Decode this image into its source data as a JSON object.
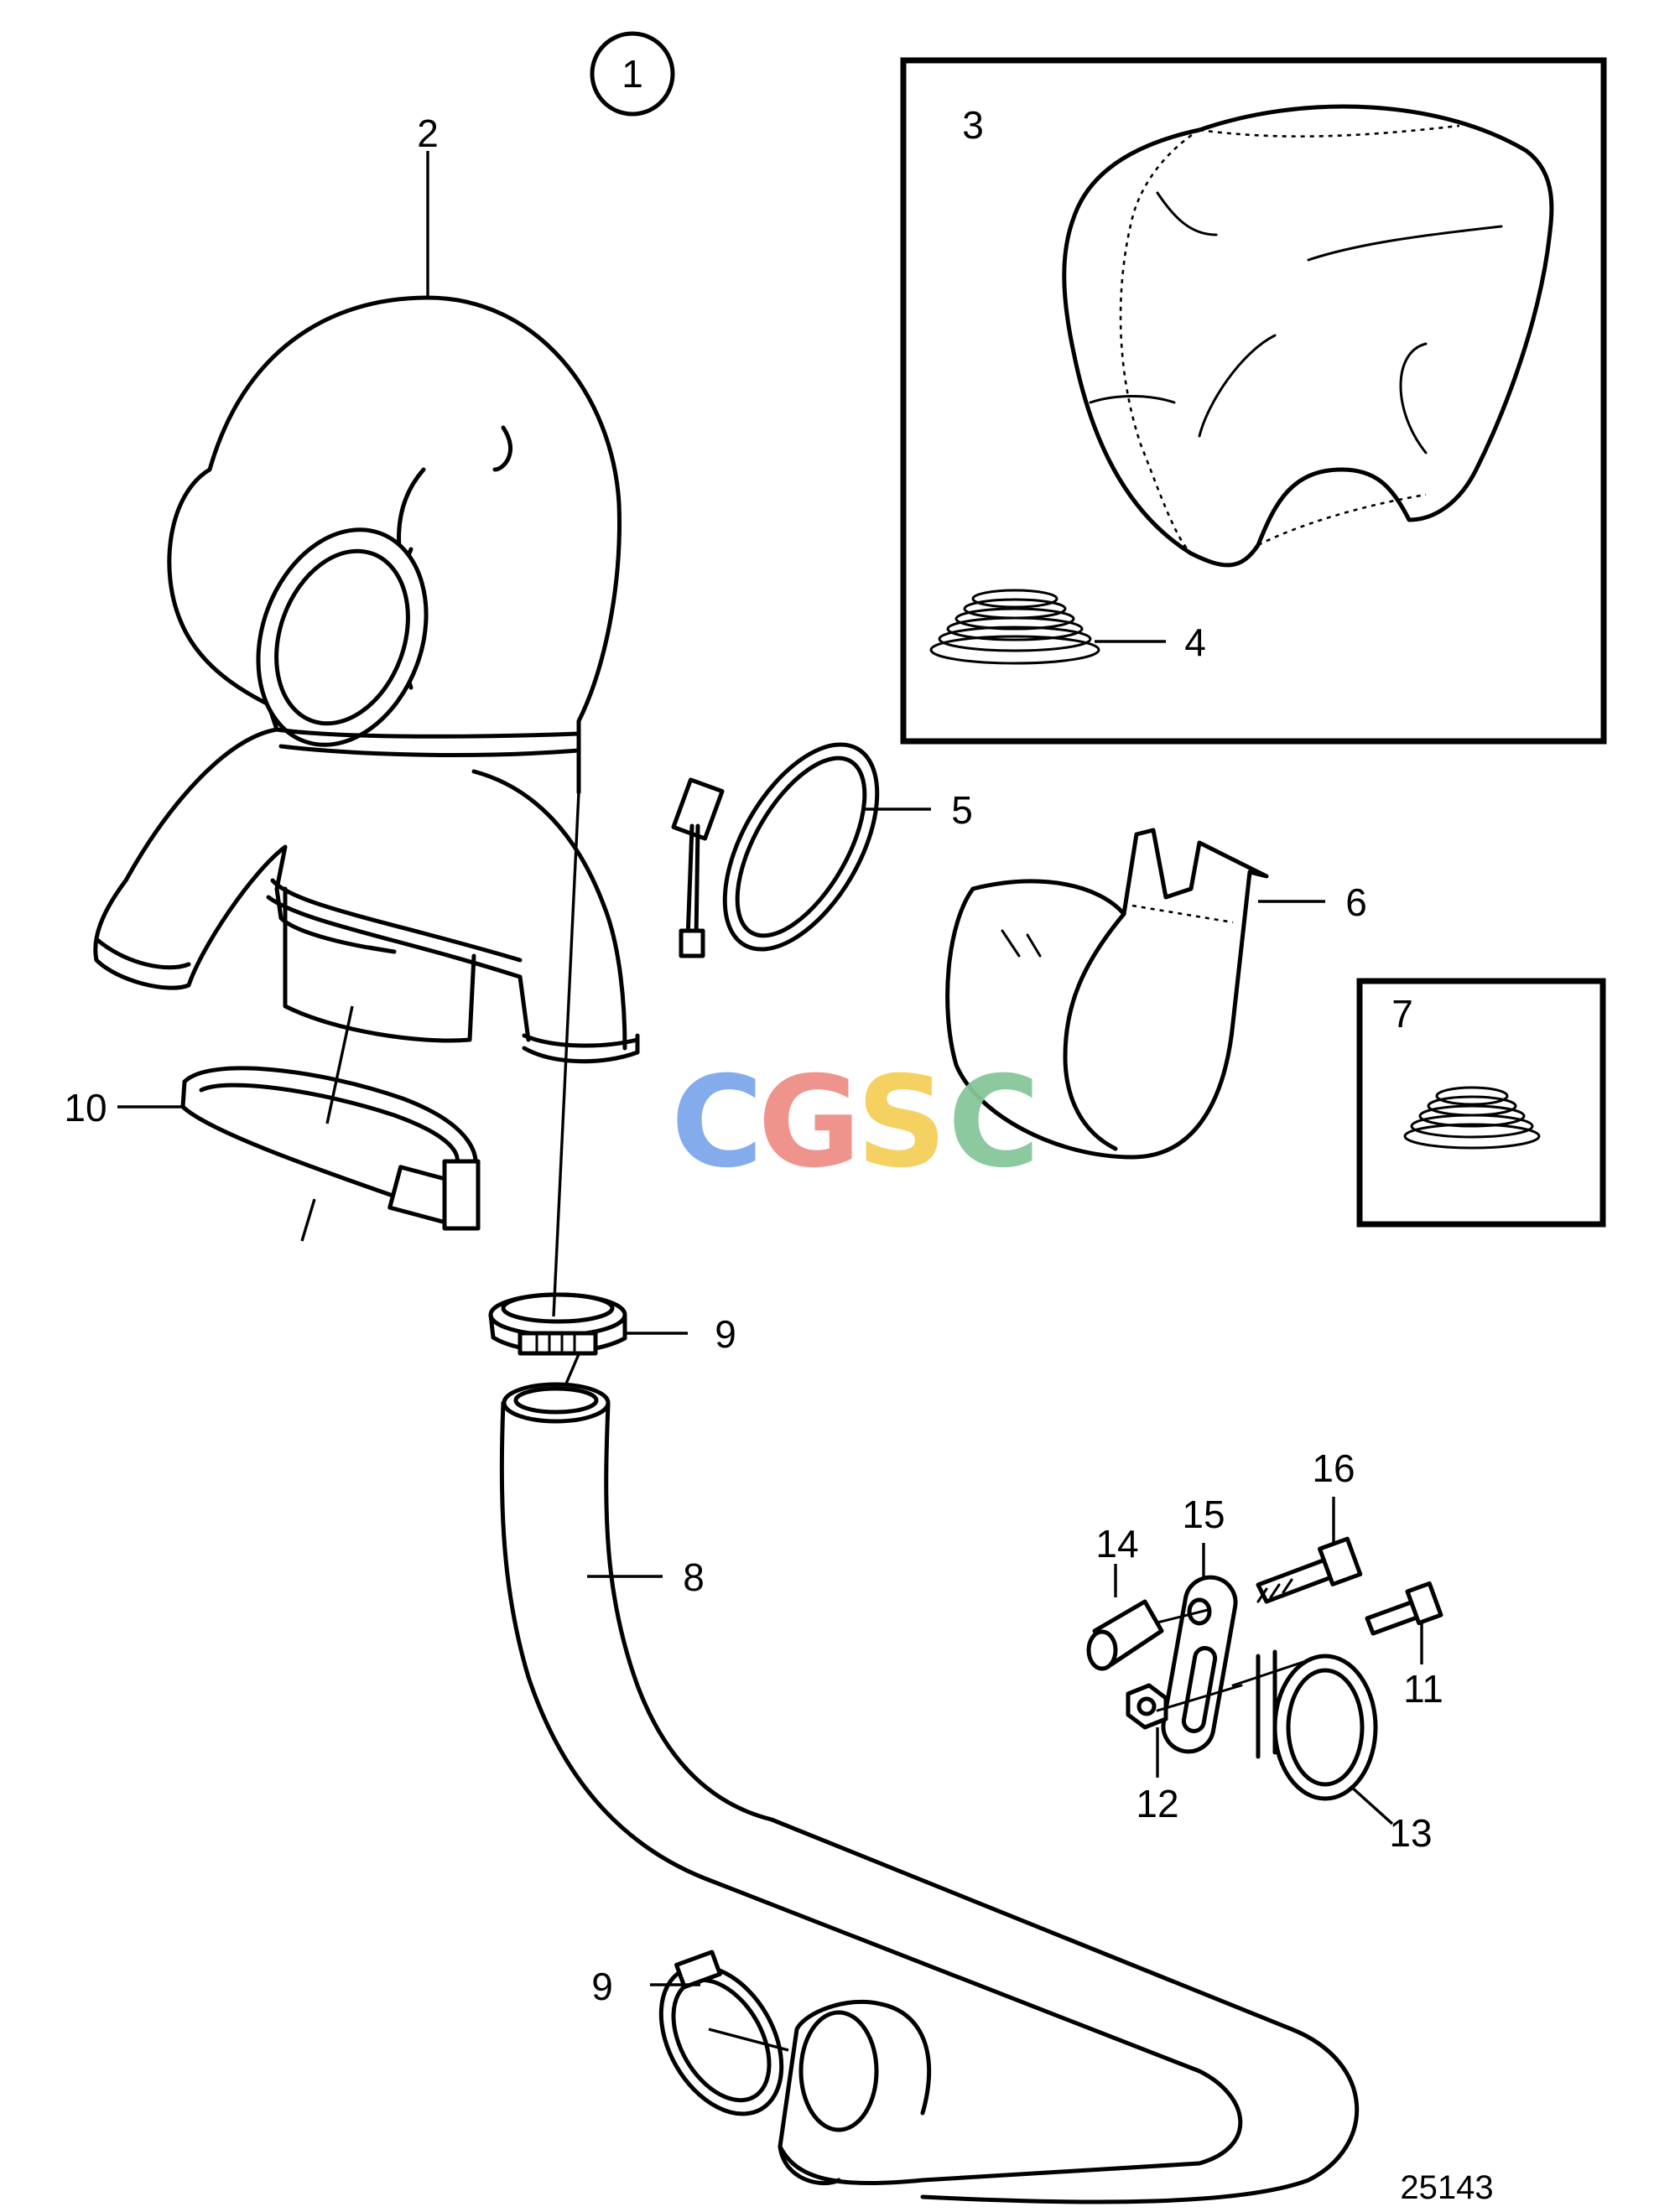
{
  "diagram": {
    "group_marker": "1",
    "drawing_number": "25143",
    "watermark": {
      "letters": [
        "C",
        "G",
        "S",
        "C"
      ],
      "colors": [
        "#7ea7ec",
        "#ef8f86",
        "#f5cf59",
        "#86c79a"
      ]
    },
    "callouts": [
      "2",
      "3",
      "4",
      "5",
      "6",
      "7",
      "8",
      "9",
      "9",
      "10",
      "11",
      "12",
      "13",
      "14",
      "15",
      "16"
    ]
  }
}
